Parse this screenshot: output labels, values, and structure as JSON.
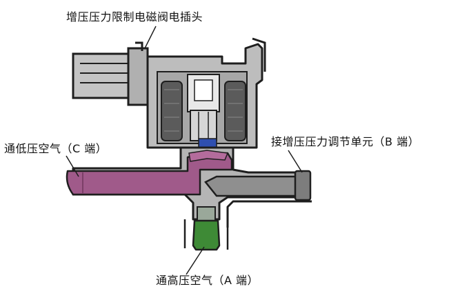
{
  "labels": {
    "connector": "增压压力限制电磁阀电插头",
    "port_c": "通低压空气（C 端）",
    "port_b": "接增压压力调节单元（B 端）",
    "port_a": "通高压空气（A 端）"
  },
  "colors": {
    "low_pressure": "#a05a8a",
    "high_pressure": "#3e8a36",
    "plunger_tip": "#2f4fb0",
    "body": "#b8b8b8",
    "coil": "#595959",
    "outline": "#1e1e1e"
  }
}
